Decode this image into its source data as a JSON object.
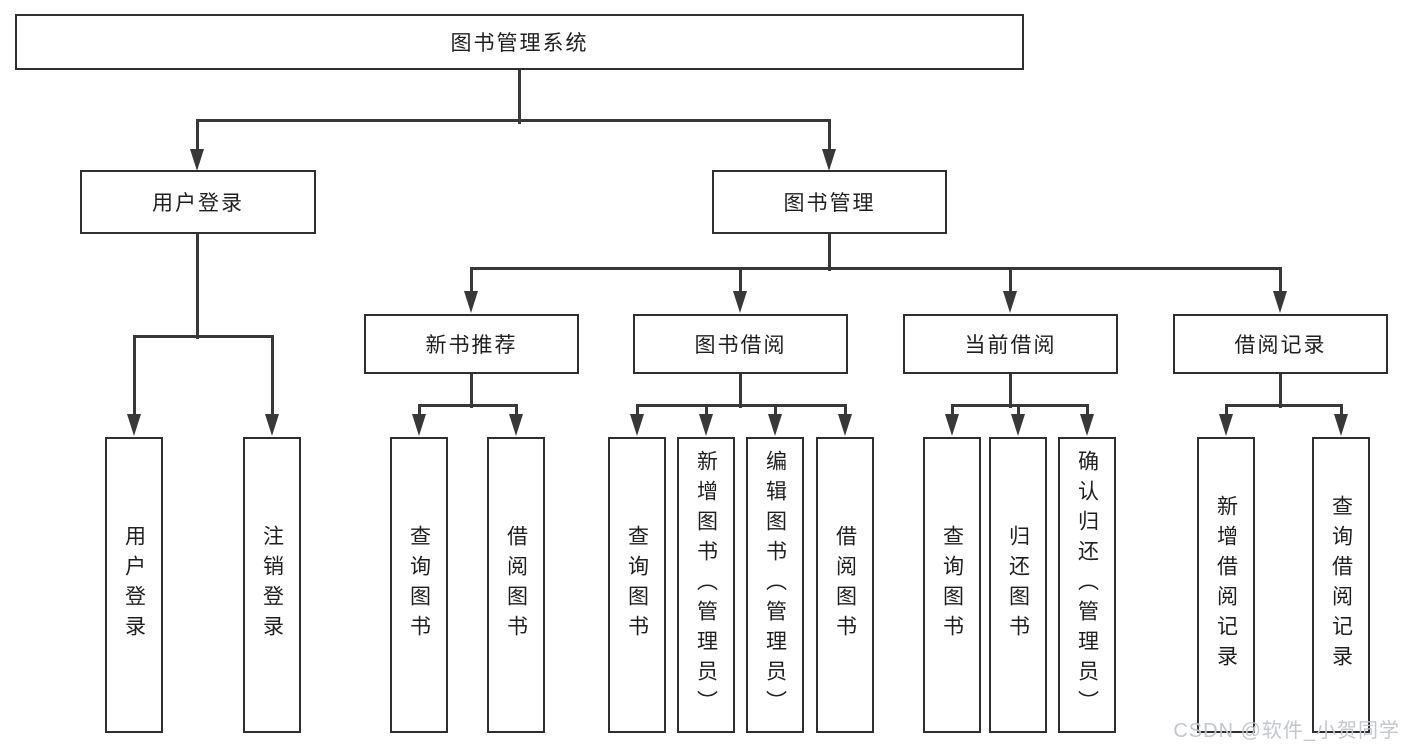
{
  "colors": {
    "line": "#383838",
    "box_border": "#2f2f2f",
    "text": "#1f1f1f",
    "watermark": "#c3c6cc",
    "bg": "#ffffff"
  },
  "watermark": {
    "text": "CSDN @软件_小贺同学"
  },
  "nodes": {
    "root": {
      "label": "图书管理系统"
    },
    "login": {
      "label": "用户登录"
    },
    "mgmt": {
      "label": "图书管理"
    },
    "rec": {
      "label": "新书推荐"
    },
    "borrow": {
      "label": "图书借阅"
    },
    "current": {
      "label": "当前借阅"
    },
    "records": {
      "label": "借阅记录"
    },
    "leaf_user_login": {
      "label": "用户登录"
    },
    "leaf_logout": {
      "label": "注销登录"
    },
    "leaf_rec_query": {
      "label": "查询图书"
    },
    "leaf_rec_borrow": {
      "label": "借阅图书"
    },
    "leaf_bor_query": {
      "label": "查询图书"
    },
    "leaf_bor_add": {
      "label": "新增图书（管理员）"
    },
    "leaf_bor_edit": {
      "label": "编辑图书（管理员）"
    },
    "leaf_bor_borrow": {
      "label": "借阅图书"
    },
    "leaf_cur_query": {
      "label": "查询图书"
    },
    "leaf_cur_return": {
      "label": "归还图书"
    },
    "leaf_cur_confirm": {
      "label": "确认归还（管理员）"
    },
    "leaf_recd_add": {
      "label": "新增借阅记录"
    },
    "leaf_recd_query": {
      "label": "查询借阅记录"
    }
  },
  "hierarchy": {
    "图书管理系统": {
      "用户登录": [
        "用户登录",
        "注销登录"
      ],
      "图书管理": {
        "新书推荐": [
          "查询图书",
          "借阅图书"
        ],
        "图书借阅": [
          "查询图书",
          "新增图书（管理员）",
          "编辑图书（管理员）",
          "借阅图书"
        ],
        "当前借阅": [
          "查询图书",
          "归还图书",
          "确认归还（管理员）"
        ],
        "借阅记录": [
          "新增借阅记录",
          "查询借阅记录"
        ]
      }
    }
  }
}
